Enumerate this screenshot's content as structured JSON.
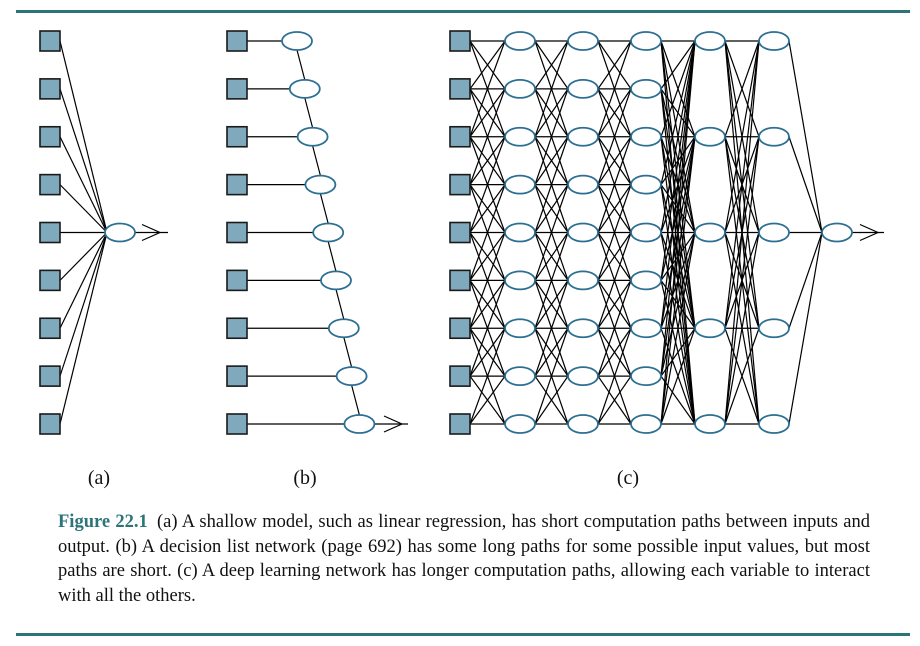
{
  "figure": {
    "panels": [
      {
        "id": "a",
        "label": "(a)"
      },
      {
        "id": "b",
        "label": "(b)"
      },
      {
        "id": "c",
        "label": "(c)"
      }
    ],
    "caption": {
      "label": "Figure 22.1",
      "text": "(a) A shallow model, such as linear regression, has short computation paths between inputs and output. (b) A decision list network (page 692) has some long paths for some possible input values, but most paths are short. (c) A deep learning network has longer computation paths, allowing each variable to interact with all the others."
    },
    "colors": {
      "rule": "#2b7579",
      "input_fill": "#7fa9bd",
      "node_stroke": "#2d6f93",
      "edge": "#000000",
      "caption_label": "#2b7579"
    },
    "structure": {
      "inputs_per_panel": 9,
      "deep_layer_sizes": [
        9,
        9,
        9,
        9,
        5,
        5,
        1
      ]
    }
  }
}
